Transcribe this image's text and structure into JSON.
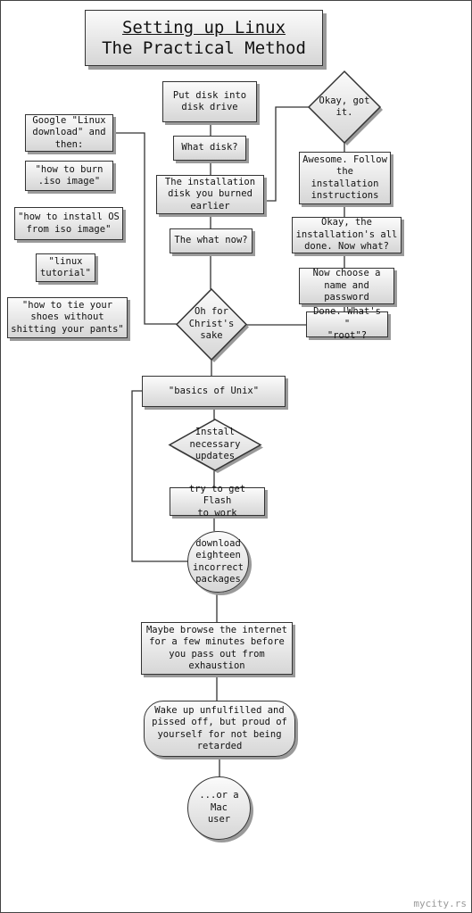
{
  "title": {
    "line1": "Setting up Linux",
    "line2": "The Practical Method"
  },
  "left_column": {
    "google": "Google \"Linux\ndownload\" and\nthen:",
    "burn": "\"how to burn\n.iso image\"",
    "install_os": "\"how to install OS\nfrom iso image\"",
    "tutorial": "\"linux\ntutorial\"",
    "shoes": "\"how to tie your\nshoes without\nshitting your pants\""
  },
  "middle_column": {
    "put_disk": "Put disk into\ndisk drive",
    "what_disk": "What disk?",
    "installation_disk": "The installation\ndisk you burned\nearlier",
    "what_now": "The what now?"
  },
  "right_column": {
    "okay_got_it": "Okay, got\nit.",
    "awesome": "Awesome. Follow\nthe\ninstallation\ninstructions",
    "all_done": "Okay, the\ninstallation's all\ndone. Now what?",
    "choose_name": "Now choose a\nname and\npassword",
    "whats_root": "Done. What's \"\n\"root\"?"
  },
  "center_flow": {
    "oh_for": "Oh for\nChrist's\nsake",
    "basics_unix": "\"basics of Unix\"",
    "install_updates": "Install\nnecessary\nupdates",
    "flash": "try to get Flash\nto work",
    "download": "download\neighteen\nincorrect\npackages",
    "browse": "Maybe browse the internet\nfor a few minutes before\nyou pass out from\nexhaustion",
    "wake_up": "Wake up unfulfilled and\npissed off, but proud of\nyourself for not being\nretarded",
    "mac_user": "...or a Mac\nuser"
  },
  "watermark": "mycity.rs",
  "colors": {
    "stroke": "#333333",
    "fill_top": "#fbfbfb",
    "fill_bottom": "#d6d6d6",
    "shadow": "#9a9a9a"
  }
}
